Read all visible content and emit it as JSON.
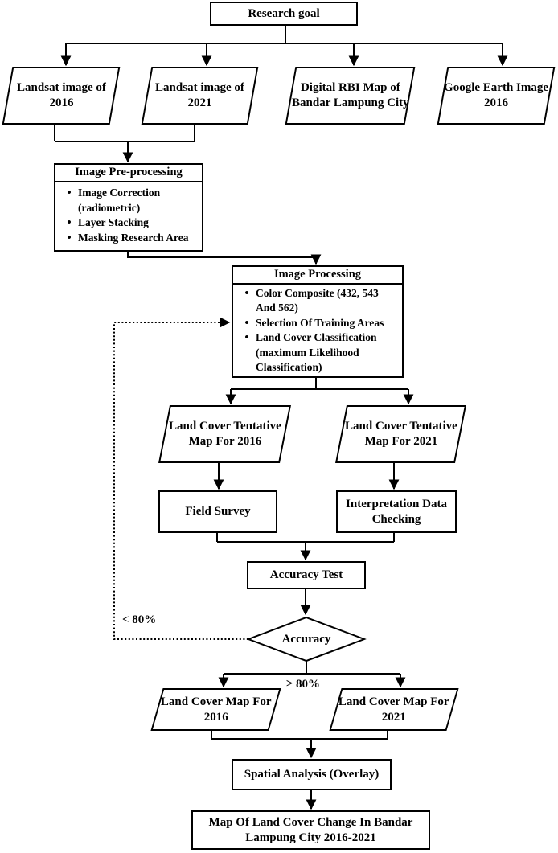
{
  "diagram": {
    "research_goal": "Research goal",
    "inputs": [
      {
        "label": "Landsat image of\n2016"
      },
      {
        "label": "Landsat image of\n2021"
      },
      {
        "label": "Digital RBI Map of\nBandar Lampung City"
      },
      {
        "label": "Google Earth Image\n2016"
      }
    ],
    "pre_processing": {
      "title": "Image Pre-processing",
      "items": [
        "Image Correction\n(radiometric)",
        "Layer Stacking",
        "Masking Research Area"
      ]
    },
    "processing": {
      "title": "Image Processing",
      "items": [
        "Color Composite (432, 543\nAnd 562)",
        "Selection Of Training Areas",
        "Land Cover Classification\n(maximum Likelihood\nClassification)"
      ]
    },
    "tentative_maps": [
      {
        "label": "Land Cover Tentative\nMap For 2016"
      },
      {
        "label": "Land Cover Tentative\nMap For 2021"
      }
    ],
    "field_survey": "Field Survey",
    "interpretation_checking": "Interpretation Data\nChecking",
    "accuracy_test": "Accuracy Test",
    "decision": {
      "label": "Accuracy",
      "no_label": "< 80%",
      "yes_label": "≥ 80%"
    },
    "final_maps": [
      {
        "label": "Land Cover Map For\n2016"
      },
      {
        "label": "Land Cover Map For\n2021"
      }
    ],
    "spatial_analysis": "Spatial Analysis (Overlay)",
    "result": "Map Of Land Cover Change In Bandar\nLampung City 2016-2021",
    "bullet_glyph": "•"
  },
  "colors": {
    "ink": "#000000",
    "paper": "#ffffff"
  }
}
